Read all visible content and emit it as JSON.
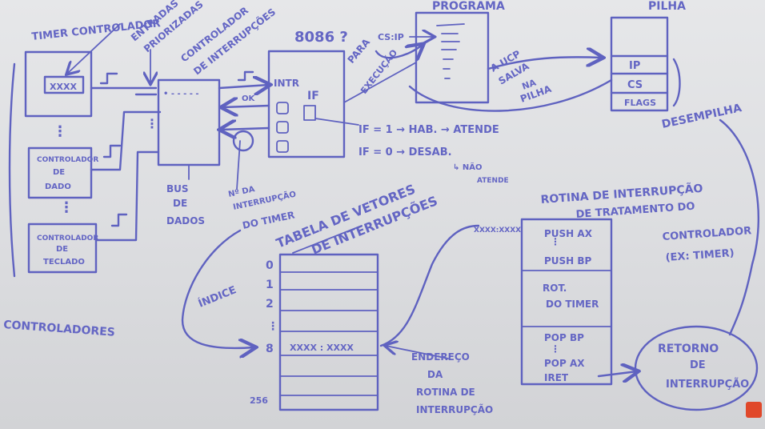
{
  "texts": {
    "timer_controller": "TIMER CONTROLADOR",
    "prioritized_inputs_1": "ENTRADAS",
    "prioritized_inputs_2": "PRIORIZADAS",
    "interrupt_controller_1": "CONTROLADOR",
    "interrupt_controller_2": "DE INTERRUPÇÕES",
    "cpu_name": "8086 ?",
    "program_label": "PROGRAMA",
    "stack_label": "PILHA",
    "timer_register": "XXXX",
    "intr_label": "INTR",
    "if_label": "IF",
    "ack_label": "OK",
    "cs_ip": "CS:IP",
    "stops": "PARA",
    "execution": "EXECUÇÃO",
    "cpu_saves_1": "A UCP",
    "cpu_saves_2": "SALVA",
    "in_stack_1": "NA",
    "in_stack_2": "PILHA",
    "stack_ip": "IP",
    "stack_cs": "CS",
    "stack_flags": "FLAGS",
    "unstack": "DESEMPILHA",
    "if_one": "IF = 1 → HAB. → ATENDE",
    "if_zero": "IF = 0 → DESAB.",
    "not_attend_1": "↳ NÃO",
    "not_attend_2": "ATENDE",
    "data_ctrl_1": "CONTROLADOR",
    "data_ctrl_2": "DE",
    "data_ctrl_3": "DADO",
    "kbd_ctrl_1": "CONTROLADOR",
    "kbd_ctrl_2": "DE",
    "kbd_ctrl_3": "TECLADO",
    "bus_1": "BUS",
    "bus_2": "DE",
    "bus_3": "DADOS",
    "irq_num_1": "Nº DA",
    "irq_num_2": "INTERRUPÇÃO",
    "irq_num_3": "DO TIMER",
    "vector_table_1": "TABELA DE VETORES",
    "vector_table_2": "DE INTERRUPÇÕES",
    "index": "ÍNDICE",
    "idx0": "0",
    "idx1": "1",
    "idx2": "2",
    "idx8": "8",
    "idx256": "256",
    "vector_entry": "XXXX : XXXX",
    "isr_addr_1": "ENDEREÇO",
    "isr_addr_2": "DA",
    "isr_addr_3": "ROTINA DE",
    "isr_addr_4": "INTERRUPÇÃO",
    "isr_title_1": "ROTINA DE INTERRUPÇÃO",
    "isr_title_2": "DE TRATAMENTO DO",
    "isr_title_3": "CONTROLADOR",
    "isr_title_4": "(EX: TIMER)",
    "push_ax": "PUSH AX",
    "push_bp": "PUSH BP",
    "rot_timer_1": "ROT.",
    "rot_timer_2": "DO TIMER",
    "pop_bp": "POP BP",
    "pop_ax": "POP AX",
    "iret": "IRET",
    "isr_start_addr": "XXXX:XXXX",
    "return_1": "RETORNO",
    "return_2": "DE",
    "return_3": "INTERRUPÇÃO",
    "controllers": "CONTROLADORES"
  }
}
